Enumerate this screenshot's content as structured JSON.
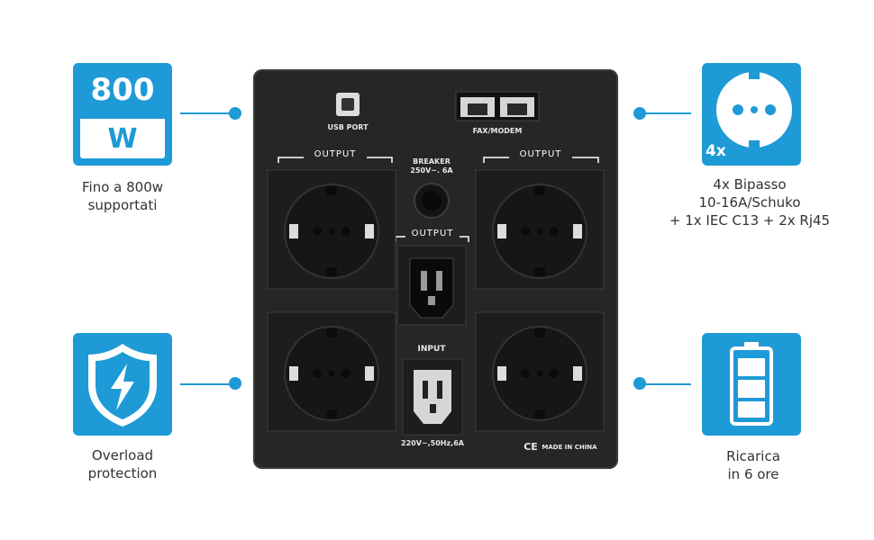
{
  "features": {
    "power": {
      "value": "800",
      "unit": "W",
      "caption_line1": "Fino a 800w",
      "caption_line2": "supportati"
    },
    "protection": {
      "caption_line1": "Overload",
      "caption_line2": "protection"
    },
    "sockets": {
      "badge": "4x",
      "caption_line1": "4x Bipasso",
      "caption_line2": "10-16A/Schuko",
      "caption_line3": "+ 1x IEC C13 + 2x Rj45"
    },
    "recharge": {
      "caption_line1": "Ricarica",
      "caption_line2": "in 6 ore"
    }
  },
  "ups": {
    "usb_label": "USB PORT",
    "fax_label": "FAX/MODEM",
    "output_label": "OUTPUT",
    "breaker_line1": "BREAKER",
    "breaker_line2": "250V~. 6A",
    "input_label": "INPUT",
    "rating": "220V~,50Hz,6A",
    "made_in": "MADE IN CHINA",
    "ce_mark": "CE"
  },
  "colors": {
    "accent": "#1e9ad6",
    "device": "#262626"
  }
}
